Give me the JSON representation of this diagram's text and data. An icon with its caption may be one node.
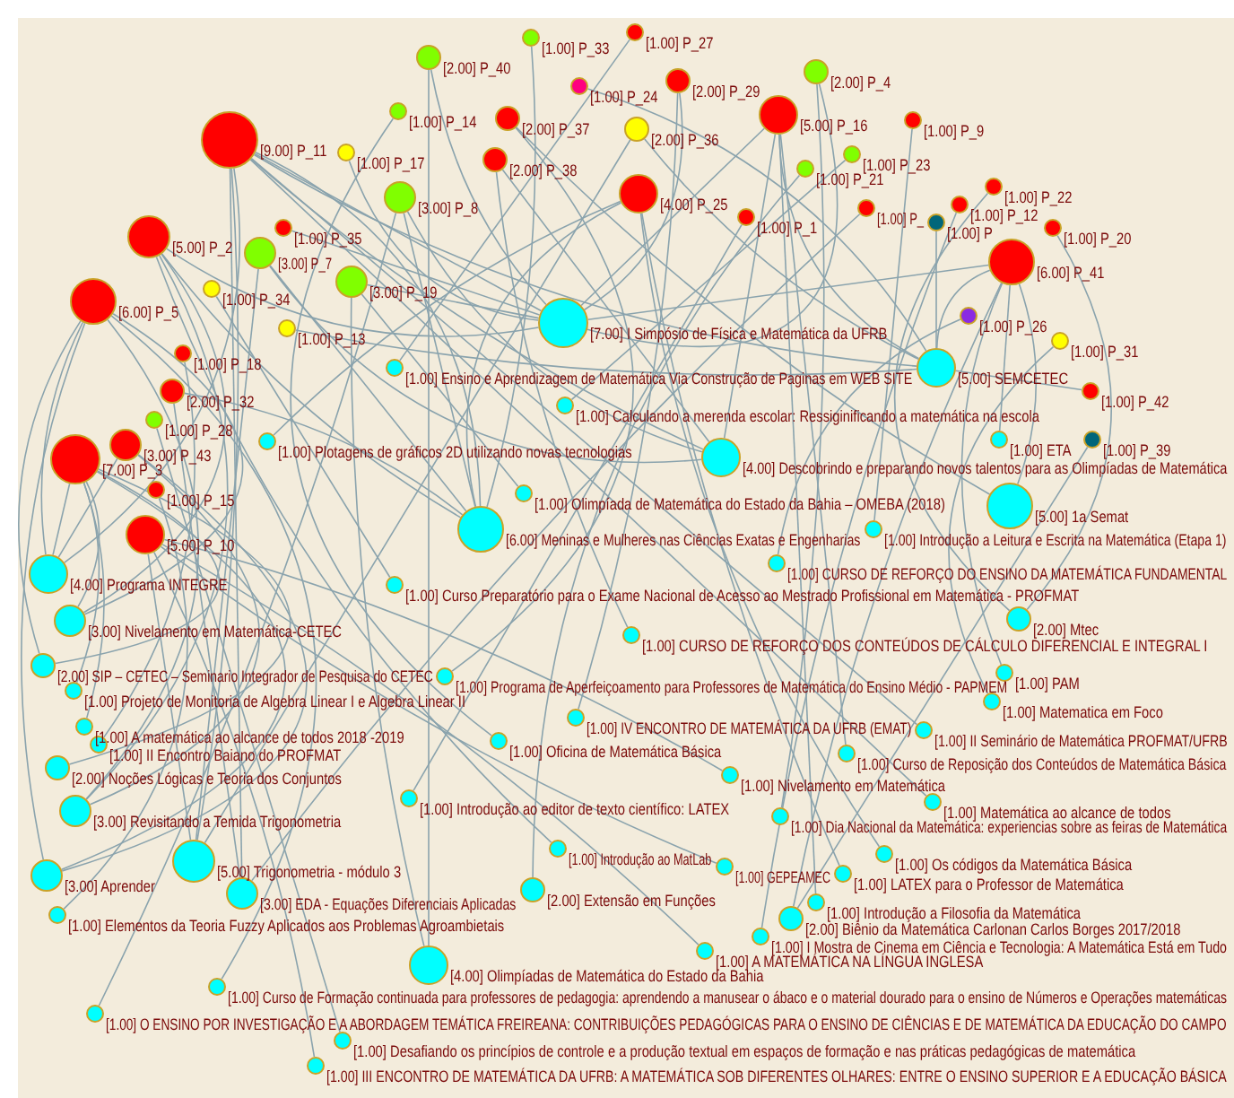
{
  "diagram": {
    "nodes": [
      {
        "text": [
          "[9.00] P_11"
        ]
      },
      {
        "text": [
          "[5.00] P_2"
        ]
      },
      {
        "text": [
          "[6.00] P_5"
        ]
      },
      {
        "text": [
          "[1.00] P_35"
        ]
      },
      {
        "text": [
          "[3.00] P_7"
        ]
      },
      {
        "text": [
          "[1.00] P_34"
        ]
      },
      {
        "text": [
          "[1.00] P_13"
        ]
      },
      {
        "text": [
          "[3.00] P_19"
        ]
      },
      {
        "text": [
          "[1.00] P_17"
        ]
      },
      {
        "text": [
          "[3.00] P_8"
        ]
      },
      {
        "text": [
          "[1.00] P_14"
        ]
      },
      {
        "text": [
          "[2.00] P_40"
        ]
      },
      {
        "text": [
          "[1.00] P_33"
        ]
      },
      {
        "text": [
          "[1.00] P_24"
        ]
      },
      {
        "text": [
          "[2.00] P_37"
        ]
      },
      {
        "text": [
          "[2.00] P_38"
        ]
      },
      {
        "text": [
          "[1.00] P_27"
        ]
      },
      {
        "text": [
          "[2.00] P_29"
        ]
      },
      {
        "text": [
          "[2.00] P_36"
        ]
      },
      {
        "text": [
          "[4.00] P_25"
        ]
      },
      {
        "text": [
          "[2.00] P_4"
        ]
      },
      {
        "text": [
          "[5.00] P_16"
        ]
      },
      {
        "text": [
          "[1.00] P_21"
        ]
      },
      {
        "text": [
          "[1.00] P_23"
        ]
      },
      {
        "text": [
          "[1.00] P_9"
        ]
      },
      {
        "text": [
          "[1.00] P_1"
        ]
      },
      {
        "text": [
          "[1.00] P_"
        ]
      },
      {
        "text": [
          "[1.00] P"
        ]
      },
      {
        "text": [
          "[1.00] P_12"
        ]
      },
      {
        "text": [
          "[1.00] P_22"
        ]
      },
      {
        "text": [
          "[1.00] P_20"
        ]
      },
      {
        "text": [
          "[6.00] P_41"
        ]
      },
      {
        "text": [
          "[1.00] P_26"
        ]
      },
      {
        "text": [
          "[1.00] P_31"
        ]
      },
      {
        "text": [
          "[1.00] P_42"
        ]
      },
      {
        "text": [
          "[1.00] P_39"
        ]
      },
      {
        "text": [
          "[1.00] P_18"
        ]
      },
      {
        "text": [
          "[2.00] P_32"
        ]
      },
      {
        "text": [
          "[1.00] P_28"
        ]
      },
      {
        "text": [
          "[7.00] P_3"
        ]
      },
      {
        "text": [
          "[3.00] P_43"
        ]
      },
      {
        "text": [
          "[1.00] P_15"
        ]
      },
      {
        "text": [
          "[5.00] P_10"
        ]
      },
      {
        "text": [
          "[7.00] I Simpósio de Física e Matemática da UFRB"
        ]
      },
      {
        "text": [
          "[1.00] Ensino e Aprendizagem de Matemática Via Construção de Paginas em WEB SITE"
        ]
      },
      {
        "text": [
          "[5.00] SEMCETEC"
        ]
      },
      {
        "text": [
          "[1.00] Calculando a merenda escolar: Ressiginificando a matemática na escola"
        ]
      },
      {
        "text": [
          "[1.00] Plotagens de gráficos 2D utilizando novas tecnologias"
        ]
      },
      {
        "text": [
          "[4.00] Descobrindo e preparando novos talentos para as Olimpíadas de Matemática"
        ]
      },
      {
        "text": [
          "[1.00] ETA"
        ]
      },
      {
        "text": [
          "[5.00] 1a Semat"
        ]
      },
      {
        "text": [
          "[1.00] Olimpíada de Matemática do Estado da Bahia – OMEBA (2018)"
        ]
      },
      {
        "text": [
          "[6.00] Meninas e Mulheres nas Ciências Exatas e Engenharias"
        ]
      },
      {
        "text": [
          "[1.00] Introdução a Leitura e Escrita na Matemática (Etapa 1)"
        ]
      },
      {
        "text": [
          "[1.00] CURSO DE REFORÇO DO ENSINO DA MATEMÁTICA FUNDAMENTAL"
        ]
      },
      {
        "text": [
          "[4.00] Programa INTEGRE"
        ]
      },
      {
        "text": [
          "[1.00] Curso Preparatório para o Exame Nacional de Acesso ao Mestrado Profissional em Matemática - PROFMAT"
        ]
      },
      {
        "text": [
          "[3.00] Nivelamento em Matemática-CETEC"
        ]
      },
      {
        "text": [
          "[2.00] Mtec"
        ]
      },
      {
        "text": [
          "[1.00] CURSO DE REFORÇO DOS CONTEÚDOS DE CÁLCULO DIFERENCIAL E INTEGRAL I"
        ]
      },
      {
        "text": [
          "[2.00] SIP – CETEC – Seminario Integrador de Pesquisa do CETEC"
        ]
      },
      {
        "text": [
          "[1.00] Programa de Aperfeiçoamento para Professores de Matemática do Ensino Médio - PAPMEM"
        ]
      },
      {
        "text": [
          "[1.00] PAM"
        ]
      },
      {
        "text": [
          "[1.00] Projeto de Monitoria de Algebra Linear I e Algebra Linear II"
        ]
      },
      {
        "text": [
          "[1.00] Matematica em Foco"
        ]
      },
      {
        "text": [
          "[1.00] A matemática ao alcance de todos 2018 -2019"
        ]
      },
      {
        "text": [
          "[1.00] IV ENCONTRO DE MATEMÁTICA DA UFRB (EMAT)"
        ]
      },
      {
        "text": [
          "[1.00] II Encontro Baiano do PROFMAT"
        ]
      },
      {
        "text": [
          "[1.00] II Seminário de Matemática PROFMAT/UFRB"
        ]
      },
      {
        "text": [
          "[1.00] Oficina de Matemática Básica"
        ]
      },
      {
        "text": [
          "[1.00] Curso de Reposição dos Conteúdos de Matemática Básica"
        ]
      },
      {
        "text": [
          "[2.00] Noções Lógicas e Teoria dos Conjuntos"
        ]
      },
      {
        "text": [
          "[1.00] Nivelamento em Matemática"
        ]
      },
      {
        "text": [
          "[1.00] Matemática ao alcance de todos"
        ]
      },
      {
        "text": [
          "[1.00] Introdução ao editor de texto científico: LATEX"
        ]
      },
      {
        "text": [
          "[3.00] Revisitando a Temida Trigonometria"
        ]
      },
      {
        "text": [
          "[1.00] Dia Nacional da Matemática: experiencias sobre as feiras de Matemática"
        ]
      },
      {
        "text": [
          "[5.00] Trigonometria - módulo 3"
        ]
      },
      {
        "text": [
          "[1.00] Introdução ao MatLab"
        ]
      },
      {
        "text": [
          "[1.00] Os códigos da Matemática Básica"
        ]
      },
      {
        "text": [
          "[3.00] Aprender"
        ]
      },
      {
        "text": [
          "[1.00] GEPEAMEC"
        ]
      },
      {
        "text": [
          "[1.00] LATEX para o Professor de Matemática"
        ]
      },
      {
        "text": [
          "[3.00] EDA - Equações Diferenciais Aplicadas"
        ]
      },
      {
        "text": [
          "[2.00] Extensão em Funções"
        ]
      },
      {
        "text": [
          "[1.00] Elementos da Teoria Fuzzy Aplicados aos Problemas Agroambietais"
        ]
      },
      {
        "text": [
          "[1.00] Introdução a Filosofia da Matemática"
        ]
      },
      {
        "text": [
          "[2.00] Biênio da Matemática Carlonan Carlos Borges 2017/2018"
        ]
      },
      {
        "text": [
          "[1.00] I Mostra de Cinema em Ciência e Tecnologia: A Matemática Está em Tudo"
        ]
      },
      {
        "text": [
          "[1.00] A MATEMÁTICA NA LÍNGUA INGLESA"
        ]
      },
      {
        "text": [
          "[4.00] Olimpíadas de Matemática do Estado da Bahia"
        ]
      },
      {
        "text": [
          "[1.00] Curso de Formação continuada para professores de pedagogia: aprendendo a manusear o ábaco e o material dourado para o ensino de Números e Operações matemáticas"
        ]
      },
      {
        "text": [
          "[1.00] O ENSINO POR INVESTIGAÇÃO E A ABORDAGEM TEMÁTICA FREIREANA: CONTRIBUIÇÕES PEDAGÓGICAS PARA O ENSINO DE CIÊNCIAS E DE MATEMÁTICA DA EDUCAÇÃO DO CAMPO"
        ]
      },
      {
        "text": [
          "[1.00] Desafiando os princípios de controle e a produção textual em espaços de formação e nas práticas pedagógicas de matemática"
        ]
      },
      {
        "text": [
          "[1.00] III ENCONTRO DE MATEMÁTICA DA UFRB: A MATEMÁTICA SOB DIFERENTES OLHARES: ENTRE O ENSINO SUPERIOR E A EDUCAÇÃO BÁSICA"
        ]
      }
    ],
    "edges": [
      {
        "from": 0,
        "to": 43,
        "arrow": "none"
      },
      {
        "from": 0,
        "to": 52,
        "arrow": "none"
      },
      {
        "from": 0,
        "to": 48,
        "arrow": "none"
      },
      {
        "from": 0,
        "to": 45,
        "arrow": "none"
      },
      {
        "from": 0,
        "to": 55,
        "arrow": "none"
      },
      {
        "from": 0,
        "to": 77,
        "arrow": "none"
      },
      {
        "from": 0,
        "to": 83,
        "arrow": "none"
      },
      {
        "from": 0,
        "to": 73,
        "arrow": "none"
      },
      {
        "from": 0,
        "to": 68,
        "arrow": "none"
      },
      {
        "from": 1,
        "to": 43,
        "arrow": "none"
      },
      {
        "from": 1,
        "to": 52,
        "arrow": "none"
      },
      {
        "from": 1,
        "to": 57,
        "arrow": "none"
      },
      {
        "from": 1,
        "to": 75,
        "arrow": "none"
      },
      {
        "from": 1,
        "to": 78,
        "arrow": "none"
      },
      {
        "from": 2,
        "to": 55,
        "arrow": "none"
      },
      {
        "from": 2,
        "to": 57,
        "arrow": "none"
      },
      {
        "from": 2,
        "to": 60,
        "arrow": "none"
      },
      {
        "from": 2,
        "to": 80,
        "arrow": "none"
      },
      {
        "from": 2,
        "to": 75,
        "arrow": "none"
      },
      {
        "from": 2,
        "to": 91,
        "arrow": "none"
      },
      {
        "from": 3,
        "to": 43,
        "arrow": "none"
      },
      {
        "from": 4,
        "to": 52,
        "arrow": "none"
      },
      {
        "from": 4,
        "to": 48,
        "arrow": "none"
      },
      {
        "from": 4,
        "to": 77,
        "arrow": "none"
      },
      {
        "from": 5,
        "to": 56,
        "arrow": "none"
      },
      {
        "from": 6,
        "to": 45,
        "arrow": "none"
      },
      {
        "from": 7,
        "to": 43,
        "arrow": "none"
      },
      {
        "from": 7,
        "to": 51,
        "arrow": "none"
      },
      {
        "from": 7,
        "to": 90,
        "arrow": "none"
      },
      {
        "from": 8,
        "to": 43,
        "arrow": "none"
      },
      {
        "from": 9,
        "to": 48,
        "arrow": "none"
      },
      {
        "from": 9,
        "to": 92,
        "arrow": "none"
      },
      {
        "from": 9,
        "to": 52,
        "arrow": "none"
      },
      {
        "from": 10,
        "to": 69,
        "arrow": "none"
      },
      {
        "from": 11,
        "to": 43,
        "arrow": "none"
      },
      {
        "from": 11,
        "to": 90,
        "arrow": "none"
      },
      {
        "from": 12,
        "to": 52,
        "arrow": "none"
      },
      {
        "from": 13,
        "to": 45,
        "arrow": "none"
      },
      {
        "from": 14,
        "to": 50,
        "arrow": "none"
      },
      {
        "from": 14,
        "to": 61,
        "arrow": "none"
      },
      {
        "from": 15,
        "to": 48,
        "arrow": "none"
      },
      {
        "from": 15,
        "to": 59,
        "arrow": "none"
      },
      {
        "from": 16,
        "to": 44,
        "arrow": "none"
      },
      {
        "from": 17,
        "to": 43,
        "arrow": "none"
      },
      {
        "from": 17,
        "to": 66,
        "arrow": "none"
      },
      {
        "from": 18,
        "to": 45,
        "arrow": "none"
      },
      {
        "from": 18,
        "to": 77,
        "arrow": "none"
      },
      {
        "from": 19,
        "to": 47,
        "arrow": "none"
      },
      {
        "from": 19,
        "to": 52,
        "arrow": "none"
      },
      {
        "from": 19,
        "to": 79,
        "arrow": "none"
      },
      {
        "from": 19,
        "to": 82,
        "arrow": "none"
      },
      {
        "from": 20,
        "to": 43,
        "arrow": "none"
      },
      {
        "from": 20,
        "to": 76,
        "arrow": "none"
      },
      {
        "from": 21,
        "to": 43,
        "arrow": "none"
      },
      {
        "from": 21,
        "to": 45,
        "arrow": "none"
      },
      {
        "from": 21,
        "to": 48,
        "arrow": "none"
      },
      {
        "from": 21,
        "to": 70,
        "arrow": "none"
      },
      {
        "from": 21,
        "to": 86,
        "arrow": "none"
      },
      {
        "from": 22,
        "to": 84,
        "arrow": "none"
      },
      {
        "from": 23,
        "to": 46,
        "arrow": "none"
      },
      {
        "from": 24,
        "to": 53,
        "arrow": "none"
      },
      {
        "from": 25,
        "to": 74,
        "arrow": "none"
      },
      {
        "from": 26,
        "to": 83,
        "arrow": "none"
      },
      {
        "from": 27,
        "to": 45,
        "arrow": "none"
      },
      {
        "from": 28,
        "to": 88,
        "arrow": "none"
      },
      {
        "from": 29,
        "to": 58,
        "arrow": "none"
      },
      {
        "from": 30,
        "to": 58,
        "arrow": "none"
      },
      {
        "from": 31,
        "to": 43,
        "arrow": "none"
      },
      {
        "from": 31,
        "to": 45,
        "arrow": "none"
      },
      {
        "from": 31,
        "to": 50,
        "arrow": "none"
      },
      {
        "from": 31,
        "to": 49,
        "arrow": "none"
      },
      {
        "from": 31,
        "to": 62,
        "arrow": "none"
      },
      {
        "from": 31,
        "to": 87,
        "arrow": "none"
      },
      {
        "from": 32,
        "to": 54,
        "arrow": "none"
      },
      {
        "from": 33,
        "to": 64,
        "arrow": "none"
      },
      {
        "from": 34,
        "to": 45,
        "arrow": "none"
      },
      {
        "from": 35,
        "to": 87,
        "arrow": "none"
      },
      {
        "from": 36,
        "to": 67,
        "arrow": "none"
      },
      {
        "from": 37,
        "to": 52,
        "arrow": "none"
      },
      {
        "from": 37,
        "to": 83,
        "arrow": "none"
      },
      {
        "from": 38,
        "to": 93,
        "arrow": "none"
      },
      {
        "from": 39,
        "to": 55,
        "arrow": "none"
      },
      {
        "from": 39,
        "to": 57,
        "arrow": "none"
      },
      {
        "from": 39,
        "to": 60,
        "arrow": "none"
      },
      {
        "from": 39,
        "to": 63,
        "arrow": "none"
      },
      {
        "from": 39,
        "to": 65,
        "arrow": "none"
      },
      {
        "from": 39,
        "to": 71,
        "arrow": "none"
      },
      {
        "from": 39,
        "to": 80,
        "arrow": "none"
      },
      {
        "from": 40,
        "to": 55,
        "arrow": "none"
      },
      {
        "from": 40,
        "to": 75,
        "arrow": "none"
      },
      {
        "from": 40,
        "to": 80,
        "arrow": "none"
      },
      {
        "from": 41,
        "to": 85,
        "arrow": "none"
      },
      {
        "from": 42,
        "to": 77,
        "arrow": "none"
      },
      {
        "from": 42,
        "to": 94,
        "arrow": "none"
      },
      {
        "from": 42,
        "to": 72,
        "arrow": "none"
      },
      {
        "from": 42,
        "to": 81,
        "arrow": "none"
      },
      {
        "from": 42,
        "to": 89,
        "arrow": "none"
      }
    ]
  }
}
